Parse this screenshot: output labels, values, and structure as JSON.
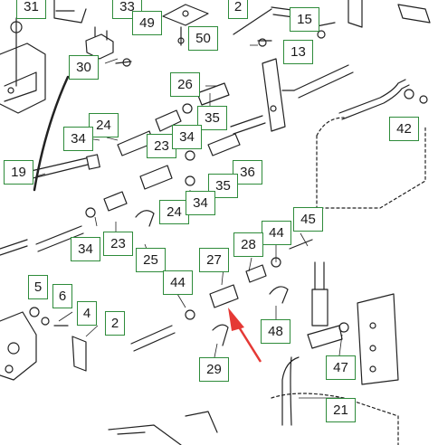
{
  "diagram": {
    "callouts": [
      {
        "id": "c31",
        "label": "31"
      },
      {
        "id": "c33",
        "label": "33"
      },
      {
        "id": "c49",
        "label": "49"
      },
      {
        "id": "c2a",
        "label": "2"
      },
      {
        "id": "c15",
        "label": "15"
      },
      {
        "id": "c50",
        "label": "50"
      },
      {
        "id": "c13",
        "label": "13"
      },
      {
        "id": "c30",
        "label": "30"
      },
      {
        "id": "c26",
        "label": "26"
      },
      {
        "id": "c35a",
        "label": "35"
      },
      {
        "id": "c24a",
        "label": "24"
      },
      {
        "id": "c34a",
        "label": "34"
      },
      {
        "id": "c23a",
        "label": "23"
      },
      {
        "id": "c34b",
        "label": "34"
      },
      {
        "id": "c42",
        "label": "42"
      },
      {
        "id": "c19",
        "label": "19"
      },
      {
        "id": "c36",
        "label": "36"
      },
      {
        "id": "c35b",
        "label": "35"
      },
      {
        "id": "c24b",
        "label": "24"
      },
      {
        "id": "c34c",
        "label": "34"
      },
      {
        "id": "c23b",
        "label": "23"
      },
      {
        "id": "c34d",
        "label": "34"
      },
      {
        "id": "c25",
        "label": "25"
      },
      {
        "id": "c45",
        "label": "45"
      },
      {
        "id": "c44a",
        "label": "44"
      },
      {
        "id": "c28",
        "label": "28"
      },
      {
        "id": "c27",
        "label": "27"
      },
      {
        "id": "c5",
        "label": "5"
      },
      {
        "id": "c6",
        "label": "6"
      },
      {
        "id": "c44b",
        "label": "44"
      },
      {
        "id": "c4",
        "label": "4"
      },
      {
        "id": "c2b",
        "label": "2"
      },
      {
        "id": "c48",
        "label": "48"
      },
      {
        "id": "c29",
        "label": "29"
      },
      {
        "id": "c47",
        "label": "47"
      },
      {
        "id": "c21",
        "label": "21"
      }
    ]
  }
}
